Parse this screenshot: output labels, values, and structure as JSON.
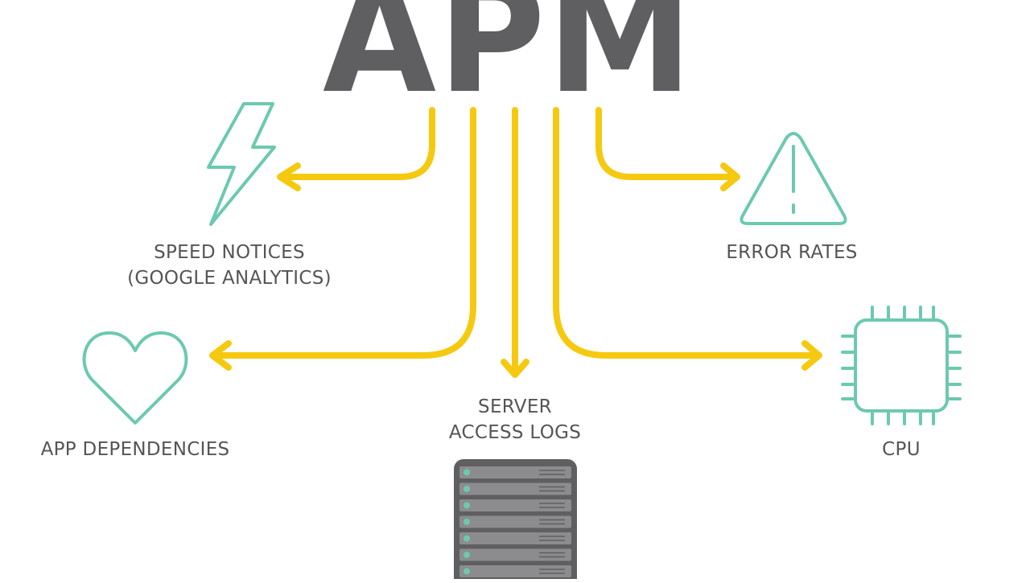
{
  "title": "APM",
  "nodes": [
    {
      "id": "speed",
      "lines": [
        "SPEED NOTICES",
        "(GOOGLE ANALYTICS)"
      ],
      "icon": "lightning-bolt-icon"
    },
    {
      "id": "errors",
      "lines": [
        "ERROR RATES"
      ],
      "icon": "warning-triangle-icon"
    },
    {
      "id": "deps",
      "lines": [
        "APP DEPENDENCIES"
      ],
      "icon": "heart-icon"
    },
    {
      "id": "logs",
      "lines": [
        "SERVER",
        "ACCESS LOGS"
      ],
      "icon": "server-rack-icon"
    },
    {
      "id": "cpu",
      "lines": [
        "CPU"
      ],
      "icon": "cpu-chip-icon"
    }
  ],
  "colors": {
    "title": "#5f5f61",
    "arrow": "#f5c90f",
    "icon": "#6cc9b0",
    "label": "#555555",
    "server_body": "#5f5f61",
    "server_slot": "#8c8c8e",
    "server_led": "#6cc9b0"
  }
}
